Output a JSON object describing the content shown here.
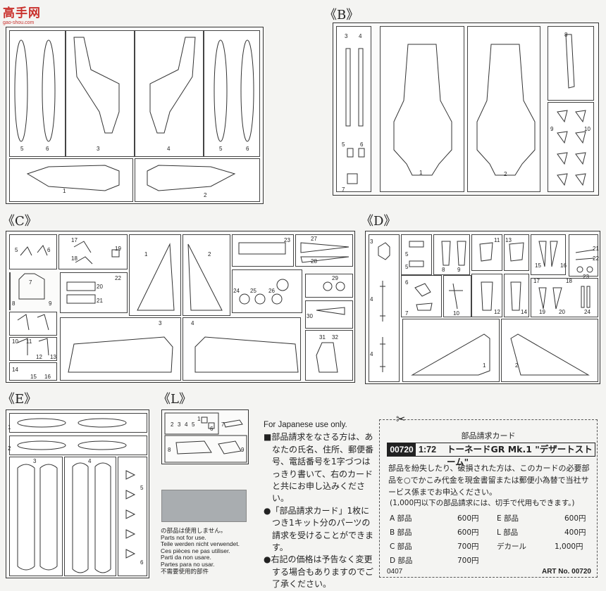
{
  "watermark": {
    "title": "高手网",
    "url": "gao-shou.com"
  },
  "sprues": {
    "A": {
      "label": "",
      "parts": [
        "1",
        "2",
        "3",
        "4",
        "5",
        "6",
        "5",
        "6"
      ]
    },
    "B": {
      "label": "《B》",
      "parts": [
        "1",
        "2",
        "3",
        "4",
        "5",
        "6",
        "7",
        "8",
        "9",
        "10"
      ]
    },
    "C": {
      "label": "《C》",
      "parts": [
        "1",
        "2",
        "3",
        "4",
        "5",
        "6",
        "7",
        "8",
        "9",
        "10",
        "11",
        "12",
        "13",
        "14",
        "15",
        "16",
        "17",
        "18",
        "19",
        "20",
        "21",
        "22",
        "23",
        "24",
        "25",
        "26",
        "27",
        "28",
        "29",
        "30",
        "31",
        "32"
      ]
    },
    "D": {
      "label": "《D》",
      "parts": [
        "1",
        "2",
        "3",
        "4",
        "5",
        "6",
        "7",
        "8",
        "9",
        "10",
        "11",
        "12",
        "13",
        "14",
        "15",
        "16",
        "17",
        "18",
        "19",
        "20",
        "21",
        "22",
        "23",
        "24"
      ]
    },
    "E": {
      "label": "《E》",
      "parts": [
        "1",
        "2",
        "3",
        "4",
        "5",
        "6"
      ]
    },
    "L": {
      "label": "《L》",
      "parts": [
        "1",
        "2",
        "3",
        "4",
        "5",
        "6",
        "7",
        "8",
        "9"
      ]
    }
  },
  "notes": {
    "en_line": "For Japanese use only.",
    "items": [
      "■部品請求をなさる方は、あなたの氏名、住所、郵便番号、電話番号を1字づつはっきり書いて、右のカードと共にお申し込みください。",
      "●「部品請求カード」1枚につき1キット分のパーツの請求を受けることができます。",
      "●右記の価格は予告なく変更する場合もありますのでご了承ください。"
    ]
  },
  "not_for_use": [
    "の部品は使用しません。",
    "Parts not for use.",
    "Teile werden nicht verwendet.",
    "Ces pièces ne pas utiliser.",
    "Parti da non usare.",
    "Partes para no usar.",
    "不需要使用的部件"
  ],
  "card": {
    "title": "部品請求カード",
    "code": "00720",
    "scale": "1:72",
    "name": "トーネードGR Mk.1 \"デザートストーム\"",
    "body": "部品を紛失したり、破損された方は、このカードの必要部品を○でかこみ代金を現金書留または郵便小為替で当社サービス係までお申込ください。",
    "limit": "(1,000円以下の部品請求には、切手で代用もできます。)",
    "prices_left": [
      {
        "part": "A 部品",
        "price": "600円"
      },
      {
        "part": "B 部品",
        "price": "600円"
      },
      {
        "part": "C 部品",
        "price": "700円"
      },
      {
        "part": "D 部品",
        "price": "700円"
      }
    ],
    "prices_right": [
      {
        "part": "E 部品",
        "price": "600円"
      },
      {
        "part": "L 部品",
        "price": "400円"
      },
      {
        "part": "デカール",
        "price": "1,000円"
      }
    ],
    "footer_code": "0407",
    "art_no": "ART No. 00720"
  }
}
